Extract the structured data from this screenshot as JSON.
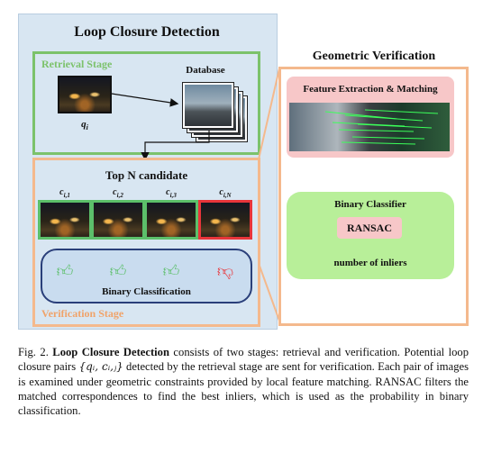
{
  "diagram": {
    "title": "Loop Closure Detection",
    "retrieval": {
      "stage_label": "Retrieval Stage",
      "database_label": "Database",
      "query_label": "q",
      "query_sub": "i"
    },
    "candidates": {
      "header": "Top N candidate",
      "items": [
        {
          "label": "c",
          "sub": "i,1",
          "match": true
        },
        {
          "label": "c",
          "sub": "i,2",
          "match": true
        },
        {
          "label": "c",
          "sub": "i,3",
          "match": true
        },
        {
          "label": "c",
          "sub": "i,N",
          "match": false
        }
      ],
      "classification_label": "Binary Classification",
      "stage_label": "Verification Stage"
    },
    "geometric": {
      "title": "Geometric Verification",
      "feature_label": "Feature Extraction & Matching",
      "classifier_label": "Binary Classifier",
      "ransac_label": "RANSAC",
      "inliers_label": "number of inliers"
    },
    "colors": {
      "retrieval": "#7cc26b",
      "verification": "#f4b98d",
      "positive": "#5cbf6a",
      "negative": "#e8353a",
      "panel": "#d8e6f2"
    }
  },
  "caption": {
    "prefix": "Fig. 2.",
    "bold": "Loop Closure Detection",
    "text1": " consists of two stages: retrieval and verification. Potential loop closure pairs ",
    "math": "{qᵢ, cᵢ,ⱼ}",
    "text2": " detected by the retrieval stage are sent for verification. Each pair of images is examined under geometric constraints provided by local feature matching. RANSAC filters the matched correspondences to find the best inliers, which is used as the probability in binary classification."
  }
}
